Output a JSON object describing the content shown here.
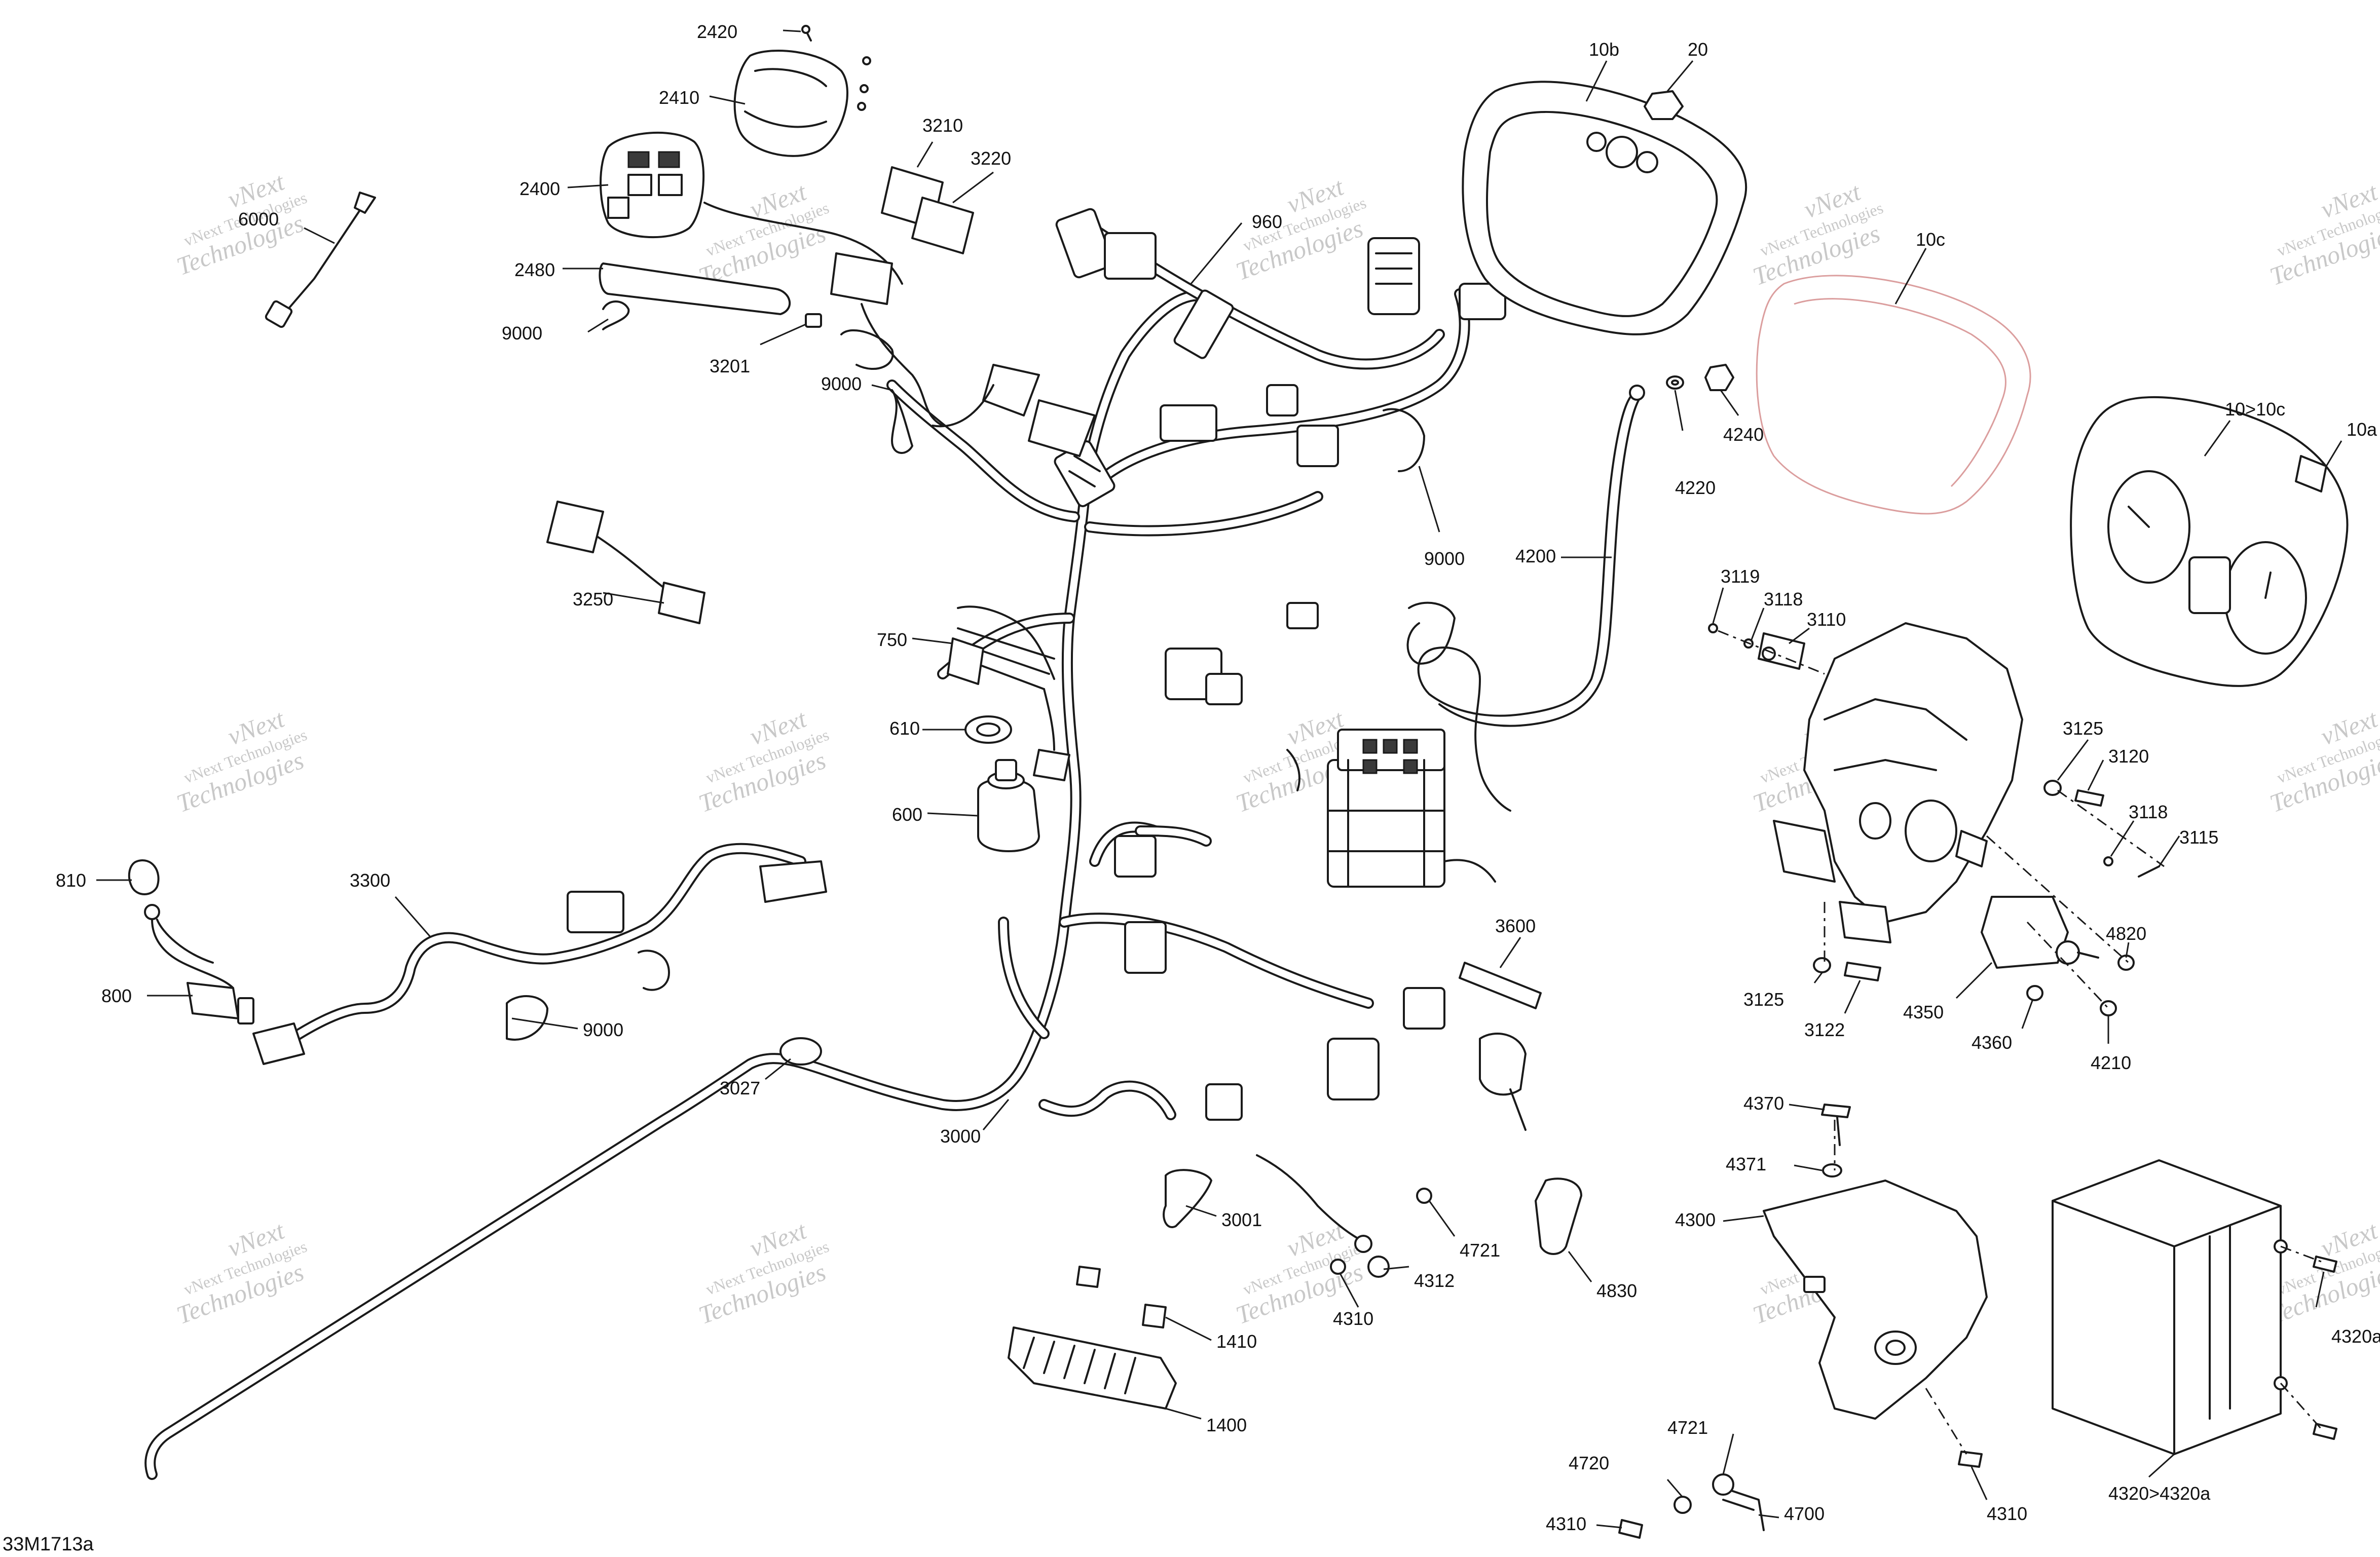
{
  "diagram": {
    "reference_code": "33M1713a",
    "watermark": {
      "line1": "vNext",
      "line2": "vNext Technologies",
      "line3": "Technologies"
    },
    "callouts": [
      "2420",
      "2410",
      "2400",
      "6000",
      "2480",
      "9000",
      "3201",
      "3210",
      "3220",
      "9000",
      "960",
      "10b",
      "20",
      "10c",
      "10>10c",
      "10a",
      "4220",
      "4240",
      "9000",
      "4200",
      "3250",
      "750",
      "3119",
      "3118",
      "3110",
      "610",
      "600",
      "3125",
      "3120",
      "3118",
      "3115",
      "810",
      "3300",
      "3600",
      "4820",
      "800",
      "9000",
      "3125",
      "3122",
      "4350",
      "4360",
      "4210",
      "3027",
      "3000",
      "4370",
      "4371",
      "4300",
      "3001",
      "4721",
      "4312",
      "4310",
      "4830",
      "1410",
      "1400",
      "4320a",
      "4721",
      "4720",
      "4310",
      "4700",
      "4310",
      "4320>4320a"
    ]
  }
}
